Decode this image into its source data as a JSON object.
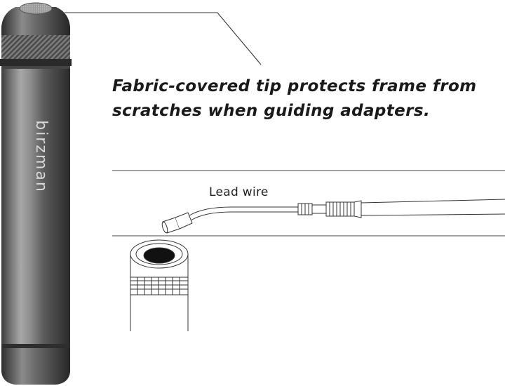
{
  "callout": {
    "line1": "Fabric-covered tip protects frame from",
    "line2": "scratches when guiding adapters."
  },
  "lead_wire_label": "Lead wire",
  "brand_logo_text": "birzman"
}
